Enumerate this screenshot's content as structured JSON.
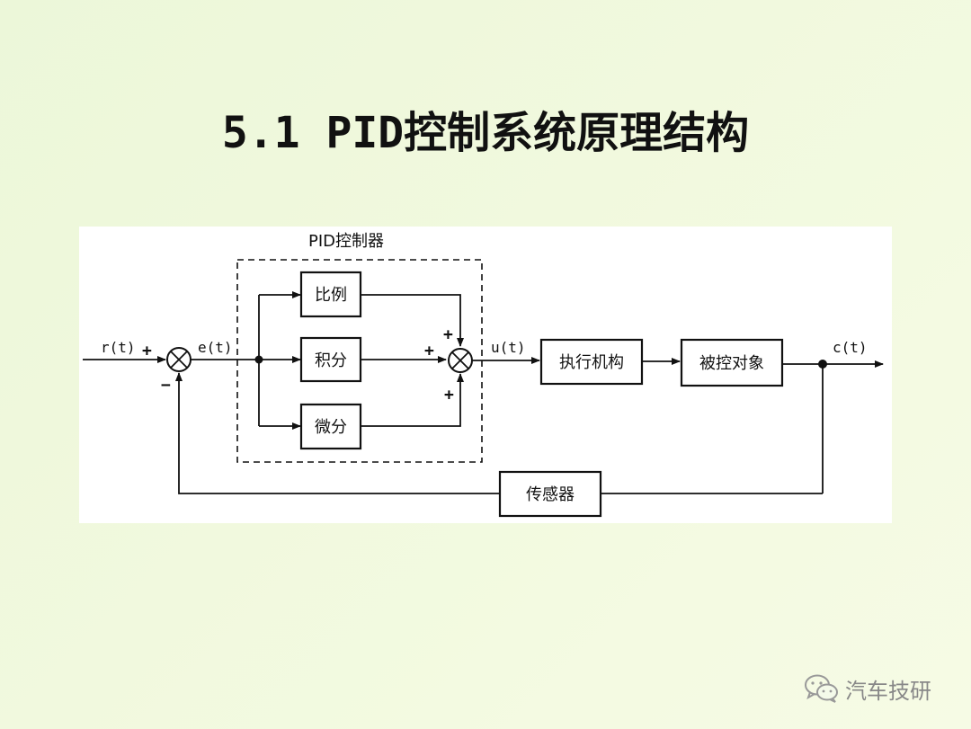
{
  "title": "5.1 PID控制系统原理结构",
  "diagram": {
    "controller_label": "PID控制器",
    "blocks": {
      "proportional": "比例",
      "integral": "积分",
      "derivative": "微分",
      "actuator": "执行机构",
      "plant": "被控对象",
      "sensor": "传感器"
    },
    "signals": {
      "reference": "r(t)",
      "error": "e(t)",
      "control": "u(t)",
      "output": "c(t)"
    },
    "signs": {
      "plus": "+",
      "minus": "−"
    }
  },
  "watermark": {
    "text": "汽车技研",
    "icon": "wechat-icon"
  }
}
